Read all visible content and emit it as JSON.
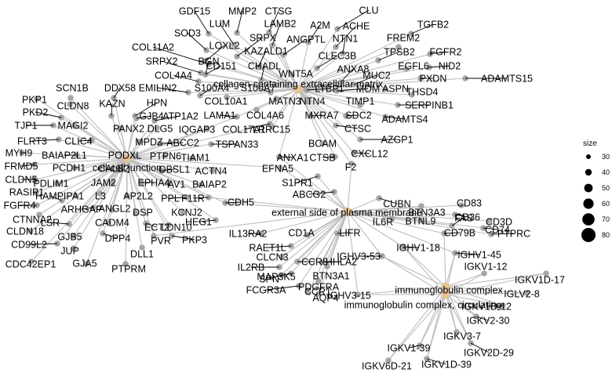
{
  "colors": {
    "gene": "#a6a6a6",
    "category": "#e6c294",
    "edge": "#bdbdbd",
    "legend_dot": "#000000"
  },
  "categories": [
    {
      "id": "ecm",
      "label": "collagen-containing extracellular matrix"
    },
    {
      "id": "junction",
      "label": "cell-cell junction"
    },
    {
      "id": "plasma",
      "label": "external side of plasma membrane"
    },
    {
      "id": "ig",
      "label": "immunoglobulin complex"
    },
    {
      "id": "igcirc",
      "label": "immunoglobulin complex, circulating"
    }
  ],
  "genes": [
    {
      "id": "GDF15",
      "c": [
        "ecm"
      ]
    },
    {
      "id": "MMP2",
      "c": [
        "ecm"
      ]
    },
    {
      "id": "CTSG",
      "c": [
        "ecm"
      ]
    },
    {
      "id": "CLU",
      "c": [
        "ecm"
      ]
    },
    {
      "id": "LUM",
      "c": [
        "ecm"
      ]
    },
    {
      "id": "LAMB2",
      "c": [
        "ecm"
      ]
    },
    {
      "id": "A2M",
      "c": [
        "ecm"
      ]
    },
    {
      "id": "ACHE",
      "c": [
        "ecm"
      ]
    },
    {
      "id": "TGFB2",
      "c": [
        "ecm"
      ]
    },
    {
      "id": "SOD3",
      "c": [
        "ecm"
      ]
    },
    {
      "id": "SRPX",
      "c": [
        "ecm"
      ]
    },
    {
      "id": "ANGPTL",
      "c": [
        "ecm"
      ]
    },
    {
      "id": "NTN1",
      "c": [
        "ecm"
      ]
    },
    {
      "id": "FREM2",
      "c": [
        "ecm"
      ]
    },
    {
      "id": "LOXL2",
      "c": [
        "ecm"
      ]
    },
    {
      "id": "KAZALD1",
      "c": [
        "ecm"
      ]
    },
    {
      "id": "COL11A2",
      "c": [
        "ecm"
      ]
    },
    {
      "id": "CLEC3B",
      "c": [
        "ecm"
      ]
    },
    {
      "id": "TPSB2",
      "c": [
        "ecm"
      ]
    },
    {
      "id": "FGFR2",
      "c": [
        "ecm"
      ]
    },
    {
      "id": "WNT5A",
      "c": [
        "ecm"
      ]
    },
    {
      "id": "SRPX2",
      "c": [
        "ecm"
      ]
    },
    {
      "id": "BGN",
      "c": [
        "ecm"
      ]
    },
    {
      "id": "CD151",
      "c": [
        "ecm"
      ]
    },
    {
      "id": "CHADL",
      "c": [
        "ecm"
      ]
    },
    {
      "id": "ANXA8",
      "c": [
        "ecm"
      ]
    },
    {
      "id": "EGFL6",
      "c": [
        "ecm"
      ]
    },
    {
      "id": "NID2",
      "c": [
        "ecm"
      ]
    },
    {
      "id": "COL4A4",
      "c": [
        "ecm"
      ]
    },
    {
      "id": "MUC2",
      "c": [
        "ecm"
      ]
    },
    {
      "id": "PXDN",
      "c": [
        "ecm"
      ]
    },
    {
      "id": "ADAMTS15",
      "c": [
        "ecm"
      ]
    },
    {
      "id": "EMILIN2",
      "c": [
        "ecm"
      ]
    },
    {
      "id": "S100A4",
      "c": [
        "ecm"
      ]
    },
    {
      "id": "S100A7",
      "c": [
        "ecm"
      ]
    },
    {
      "id": "LTBP1",
      "c": [
        "ecm"
      ]
    },
    {
      "id": "MOM",
      "c": [
        "ecm"
      ]
    },
    {
      "id": "ASPN",
      "c": [
        "ecm"
      ]
    },
    {
      "id": "THSD4",
      "c": [
        "ecm"
      ]
    },
    {
      "id": "COL10A1",
      "c": [
        "ecm"
      ]
    },
    {
      "id": "MATN3",
      "c": [
        "ecm"
      ]
    },
    {
      "id": "NTN4",
      "c": [
        "ecm"
      ]
    },
    {
      "id": "TIMP1",
      "c": [
        "ecm"
      ]
    },
    {
      "id": "SERPINB1",
      "c": [
        "ecm"
      ]
    },
    {
      "id": "LAMA1",
      "c": [
        "ecm",
        "junction"
      ]
    },
    {
      "id": "COL4A6",
      "c": [
        "ecm"
      ]
    },
    {
      "id": "MXRA7",
      "c": [
        "ecm"
      ]
    },
    {
      "id": "SDC2",
      "c": [
        "ecm"
      ]
    },
    {
      "id": "ADAMTS4",
      "c": [
        "ecm"
      ]
    },
    {
      "id": "COL17A1",
      "c": [
        "ecm",
        "junction"
      ]
    },
    {
      "id": "LRRC15",
      "c": [
        "ecm"
      ]
    },
    {
      "id": "CTSC",
      "c": [
        "ecm"
      ]
    },
    {
      "id": "ANXA1",
      "c": [
        "ecm",
        "plasma"
      ]
    },
    {
      "id": "EFNA5",
      "c": [
        "junction",
        "plasma"
      ]
    },
    {
      "id": "BCAM",
      "c": [
        "ecm"
      ]
    },
    {
      "id": "AZGP1",
      "c": [
        "ecm"
      ]
    },
    {
      "id": "CXCL12",
      "c": [
        "ecm"
      ]
    },
    {
      "id": "CTSB",
      "c": [
        "ecm"
      ]
    },
    {
      "id": "F2",
      "c": [
        "ecm",
        "plasma"
      ]
    },
    {
      "id": "SCN1B",
      "c": [
        "junction"
      ]
    },
    {
      "id": "DDX58",
      "c": [
        "junction"
      ]
    },
    {
      "id": "PKP1",
      "c": [
        "junction"
      ]
    },
    {
      "id": "CLDN8",
      "c": [
        "junction"
      ]
    },
    {
      "id": "KAZN",
      "c": [
        "junction"
      ]
    },
    {
      "id": "HPN",
      "c": [
        "junction"
      ]
    },
    {
      "id": "PKD2",
      "c": [
        "junction"
      ]
    },
    {
      "id": "GJB4",
      "c": [
        "junction"
      ]
    },
    {
      "id": "ATP1A2",
      "c": [
        "junction"
      ]
    },
    {
      "id": "TJP1",
      "c": [
        "junction"
      ]
    },
    {
      "id": "MAGI2",
      "c": [
        "junction"
      ]
    },
    {
      "id": "PANX2",
      "c": [
        "junction"
      ]
    },
    {
      "id": "DLG5",
      "c": [
        "junction"
      ]
    },
    {
      "id": "IQGAP3",
      "c": [
        "junction"
      ]
    },
    {
      "id": "FLRT3",
      "c": [
        "junction"
      ]
    },
    {
      "id": "CLIC4",
      "c": [
        "junction"
      ]
    },
    {
      "id": "MPDZ",
      "c": [
        "junction"
      ]
    },
    {
      "id": "ABCC2",
      "c": [
        "junction"
      ]
    },
    {
      "id": "TSPAN33",
      "c": [
        "junction"
      ]
    },
    {
      "id": "MYH9",
      "c": [
        "junction"
      ]
    },
    {
      "id": "BAIAP2L1",
      "c": [
        "junction"
      ]
    },
    {
      "id": "PODXL",
      "c": [
        "junction"
      ]
    },
    {
      "id": "PTPN6",
      "c": [
        "junction"
      ]
    },
    {
      "id": "TIAM1",
      "c": [
        "junction"
      ]
    },
    {
      "id": "FRMD5",
      "c": [
        "junction"
      ]
    },
    {
      "id": "PCDH1",
      "c": [
        "junction"
      ]
    },
    {
      "id": "CALB2",
      "c": [
        "junction"
      ]
    },
    {
      "id": "OBSL1",
      "c": [
        "junction"
      ]
    },
    {
      "id": "ACTN4",
      "c": [
        "junction"
      ]
    },
    {
      "id": "CLDN5",
      "c": [
        "junction"
      ]
    },
    {
      "id": "PDLIM1",
      "c": [
        "junction"
      ]
    },
    {
      "id": "JAM2",
      "c": [
        "junction"
      ]
    },
    {
      "id": "EPHA4",
      "c": [
        "junction"
      ]
    },
    {
      "id": "AV1",
      "c": [
        "junction"
      ]
    },
    {
      "id": "BAIAP2",
      "c": [
        "junction"
      ]
    },
    {
      "id": "RASIP1",
      "c": [
        "junction"
      ]
    },
    {
      "id": "HAMP",
      "c": [
        "junction"
      ]
    },
    {
      "id": "IPA1",
      "c": [
        "junction"
      ]
    },
    {
      "id": "L3",
      "c": [
        "junction"
      ]
    },
    {
      "id": "AP2L2",
      "c": [
        "junction"
      ]
    },
    {
      "id": "PPL",
      "c": [
        "junction"
      ]
    },
    {
      "id": "F11R",
      "c": [
        "junction",
        "plasma"
      ]
    },
    {
      "id": "FGFR4",
      "c": [
        "junction"
      ]
    },
    {
      "id": "ARHGAP",
      "c": [
        "junction"
      ]
    },
    {
      "id": "ANGL2",
      "c": [
        "junction"
      ]
    },
    {
      "id": "DSP",
      "c": [
        "junction"
      ]
    },
    {
      "id": "KCNJ2",
      "c": [
        "junction"
      ]
    },
    {
      "id": "CTNNA2",
      "c": [
        "junction"
      ]
    },
    {
      "id": "LSR",
      "c": [
        "junction"
      ]
    },
    {
      "id": "CADM4",
      "c": [
        "junction"
      ]
    },
    {
      "id": "ECT2",
      "c": [
        "junction"
      ]
    },
    {
      "id": "LDN10",
      "c": [
        "junction"
      ]
    },
    {
      "id": "CLDN18",
      "c": [
        "junction"
      ]
    },
    {
      "id": "GJB5",
      "c": [
        "junction"
      ]
    },
    {
      "id": "DPP4",
      "c": [
        "junction"
      ]
    },
    {
      "id": "PVR",
      "c": [
        "junction",
        "plasma"
      ]
    },
    {
      "id": "PKP3",
      "c": [
        "junction"
      ]
    },
    {
      "id": "CD99L2",
      "c": [
        "junction"
      ]
    },
    {
      "id": "JUP",
      "c": [
        "junction"
      ]
    },
    {
      "id": "DLL1",
      "c": [
        "junction"
      ]
    },
    {
      "id": "CDC42EP1",
      "c": [
        "junction"
      ]
    },
    {
      "id": "GJA5",
      "c": [
        "junction"
      ]
    },
    {
      "id": "PTPRM",
      "c": [
        "junction"
      ]
    },
    {
      "id": "CDH5",
      "c": [
        "junction",
        "plasma"
      ]
    },
    {
      "id": "HEG1",
      "c": [
        "junction"
      ]
    },
    {
      "id": "S1PR1",
      "c": [
        "plasma"
      ]
    },
    {
      "id": "ABCG2",
      "c": [
        "plasma"
      ]
    },
    {
      "id": "CUBN",
      "c": [
        "plasma"
      ]
    },
    {
      "id": "BTN3A3",
      "c": [
        "plasma"
      ]
    },
    {
      "id": "CD83",
      "c": [
        "plasma"
      ]
    },
    {
      "id": "CD36",
      "c": [
        "plasma"
      ]
    },
    {
      "id": "CD3D",
      "c": [
        "plasma"
      ]
    },
    {
      "id": "IL6R",
      "c": [
        "plasma"
      ]
    },
    {
      "id": "BTNL9",
      "c": [
        "plasma"
      ]
    },
    {
      "id": "FAS",
      "c": [
        "plasma"
      ]
    },
    {
      "id": "CD74",
      "c": [
        "plasma"
      ]
    },
    {
      "id": "CD79B",
      "c": [
        "plasma",
        "ig"
      ]
    },
    {
      "id": "PTPRC",
      "c": [
        "plasma"
      ]
    },
    {
      "id": "IL13RA2",
      "c": [
        "plasma"
      ]
    },
    {
      "id": "CD1A",
      "c": [
        "plasma"
      ]
    },
    {
      "id": "LIFR",
      "c": [
        "plasma"
      ]
    },
    {
      "id": "RAET1L",
      "c": [
        "plasma"
      ]
    },
    {
      "id": "CLCN3",
      "c": [
        "plasma"
      ]
    },
    {
      "id": "CCR5",
      "c": [
        "plasma"
      ]
    },
    {
      "id": "HHLA2",
      "c": [
        "plasma"
      ]
    },
    {
      "id": "IL2RB",
      "c": [
        "plasma"
      ]
    },
    {
      "id": "SPN",
      "c": [
        "plasma"
      ]
    },
    {
      "id": "BTN3A1",
      "c": [
        "plasma"
      ]
    },
    {
      "id": "PDGFRA",
      "c": [
        "plasma"
      ]
    },
    {
      "id": "MAP3K5",
      "c": [
        "plasma"
      ]
    },
    {
      "id": "AQP4",
      "c": [
        "plasma"
      ]
    },
    {
      "id": "FCGR3A",
      "c": [
        "plasma"
      ]
    },
    {
      "id": "CCR1",
      "c": [
        "plasma"
      ]
    },
    {
      "id": "IGHV1-18",
      "c": [
        "plasma",
        "ig",
        "igcirc"
      ]
    },
    {
      "id": "IGHV1-45",
      "c": [
        "plasma",
        "ig",
        "igcirc"
      ]
    },
    {
      "id": "IGHV3-53",
      "c": [
        "plasma",
        "ig",
        "igcirc"
      ]
    },
    {
      "id": "IGHV3-15",
      "c": [
        "plasma",
        "ig",
        "igcirc"
      ]
    },
    {
      "id": "IGKV1-12",
      "c": [
        "ig",
        "igcirc"
      ]
    },
    {
      "id": "IGKV1D-17",
      "c": [
        "ig",
        "igcirc"
      ]
    },
    {
      "id": "IGLV2-8",
      "c": [
        "ig",
        "igcirc"
      ]
    },
    {
      "id": "IGKV1D-12",
      "c": [
        "ig",
        "igcirc"
      ]
    },
    {
      "id": "IGKV2-30",
      "c": [
        "ig",
        "igcirc"
      ]
    },
    {
      "id": "IGKV3-7",
      "c": [
        "ig",
        "igcirc"
      ]
    },
    {
      "id": "IGKV1-39",
      "c": [
        "ig",
        "igcirc"
      ]
    },
    {
      "id": "IGKV2D-29",
      "c": [
        "ig",
        "igcirc"
      ]
    },
    {
      "id": "IGKV6D-21",
      "c": [
        "ig",
        "igcirc"
      ]
    },
    {
      "id": "IGKV1D-39",
      "c": [
        "ig",
        "igcirc"
      ]
    }
  ],
  "legend": {
    "title": "size",
    "values": [
      30,
      40,
      50,
      60,
      70,
      80
    ]
  }
}
